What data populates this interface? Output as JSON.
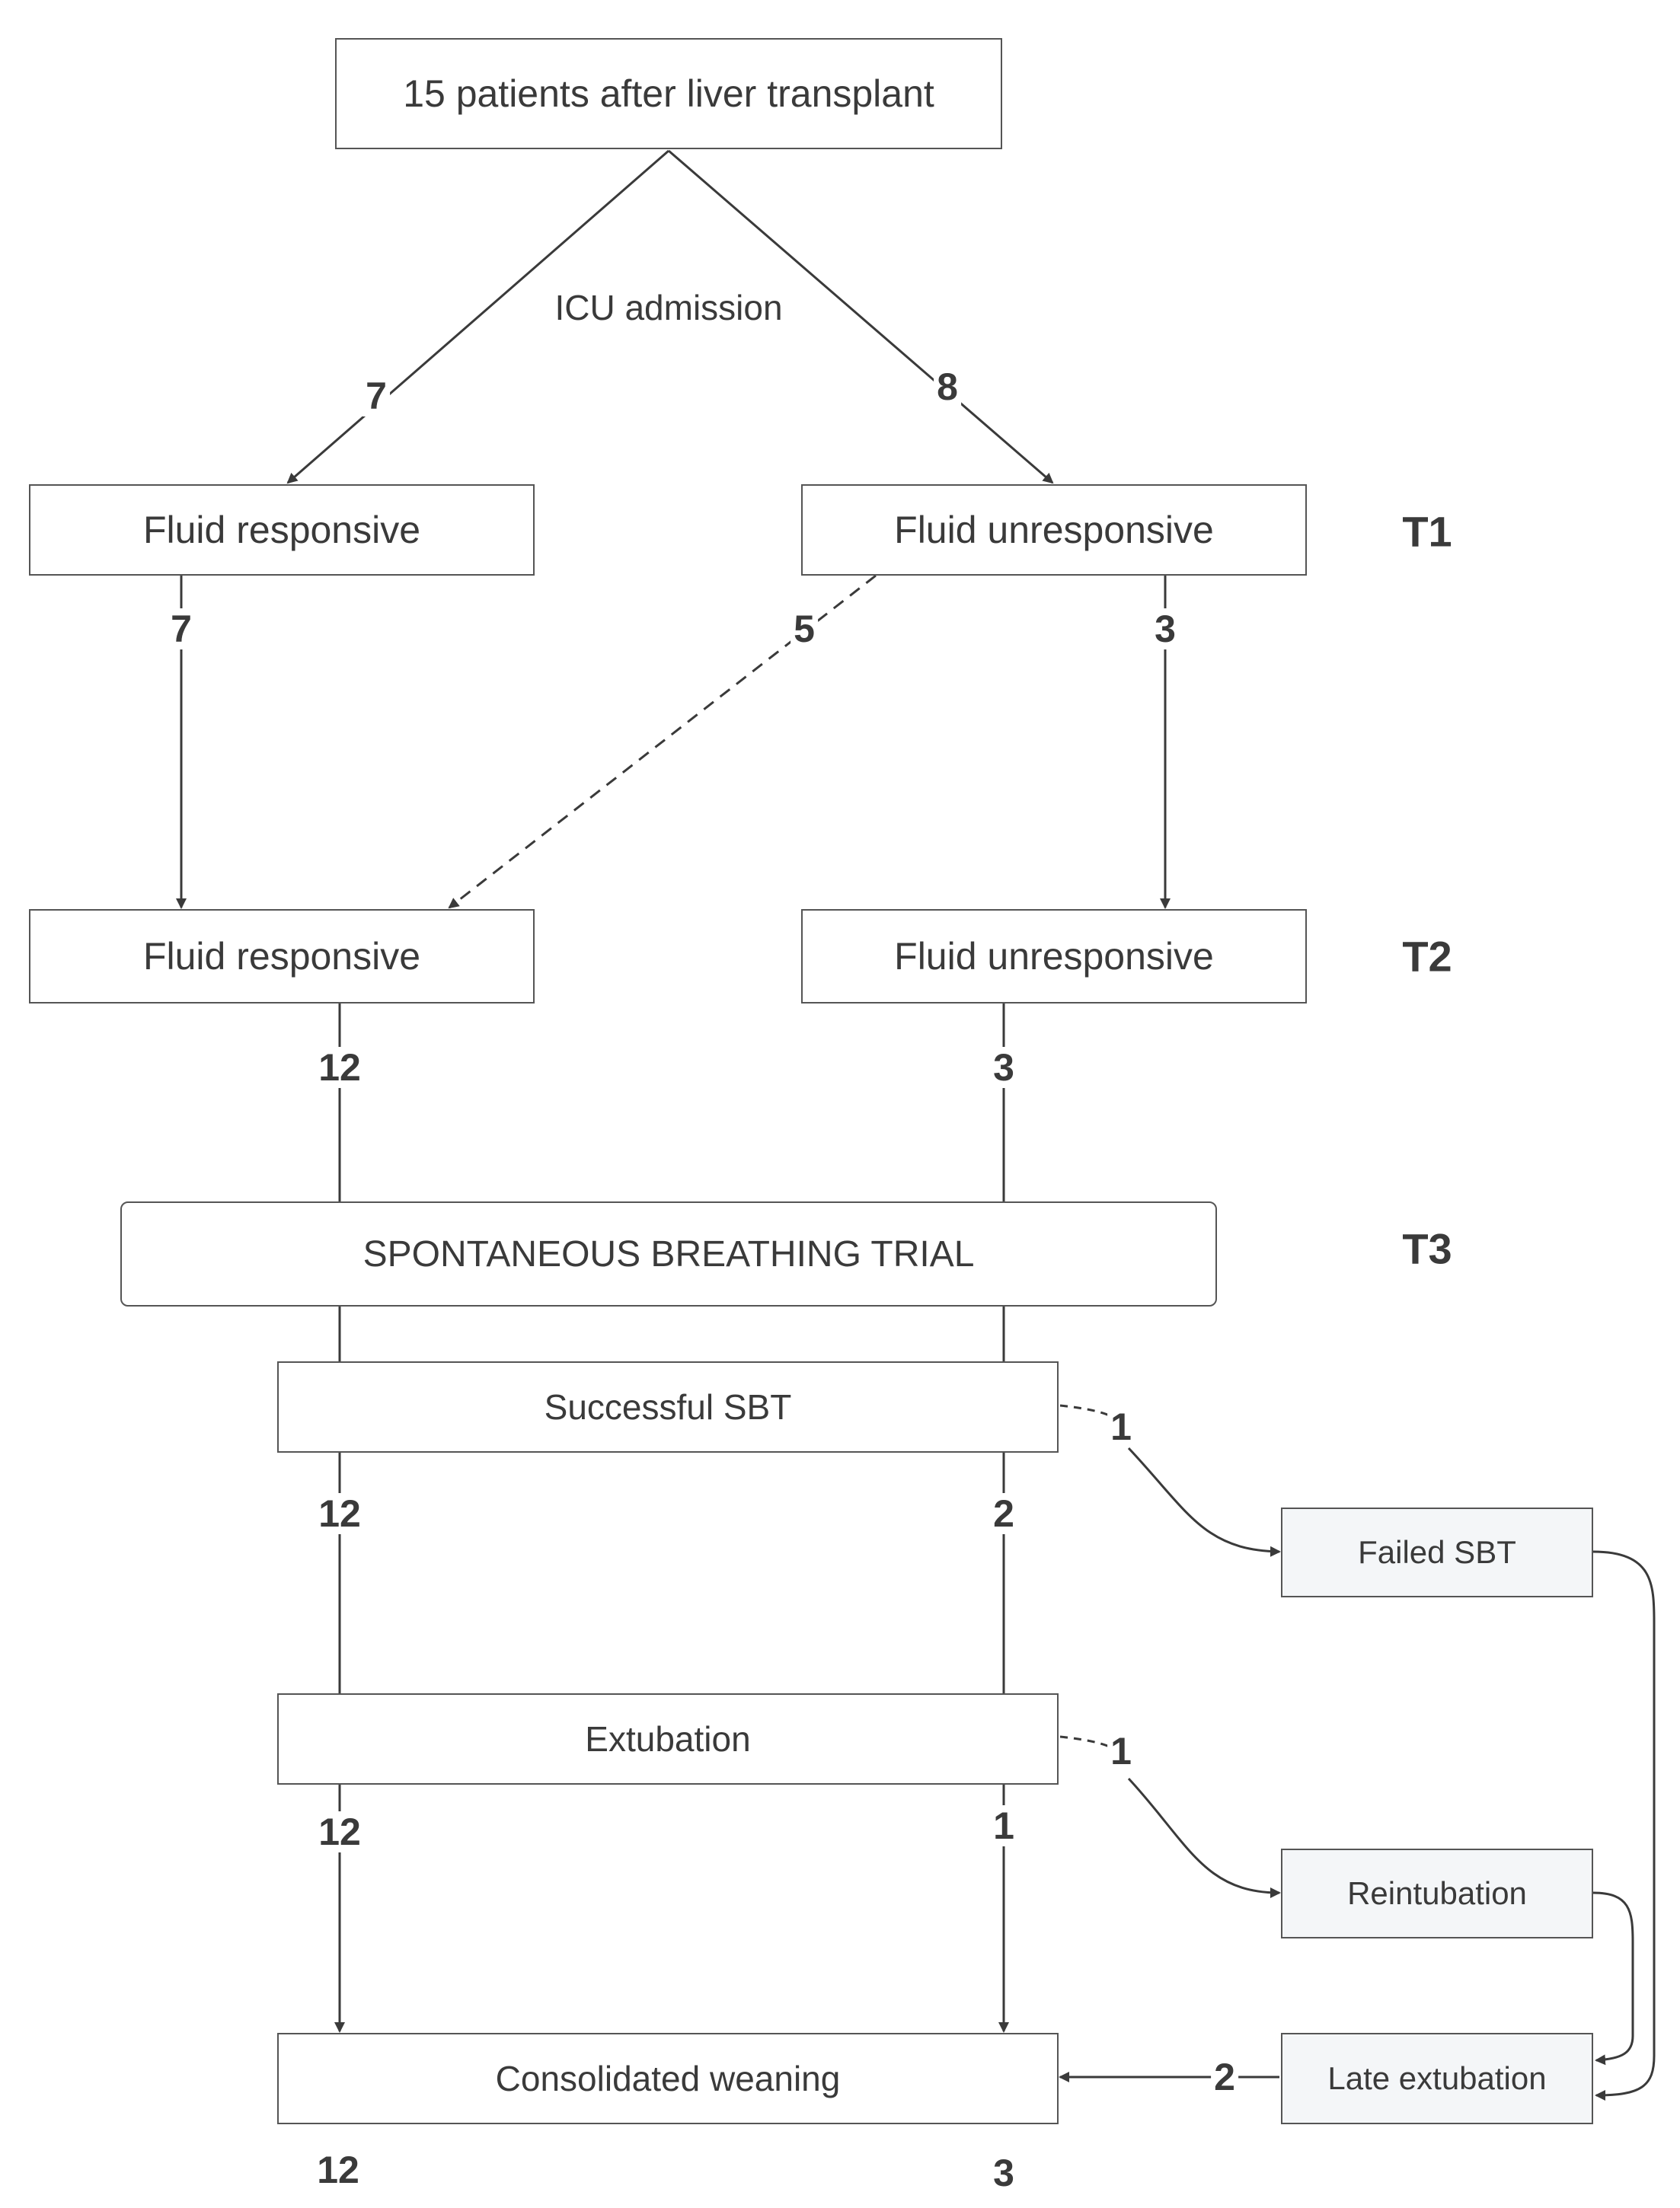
{
  "nodes": {
    "root": "15 patients after liver transplant",
    "t1_responsive": "Fluid responsive",
    "t1_unresponsive": "Fluid unresponsive",
    "t2_responsive": "Fluid responsive",
    "t2_unresponsive": "Fluid unresponsive",
    "sbt": "SPONTANEOUS BREATHING TRIAL",
    "successful_sbt": "Successful SBT",
    "failed_sbt": "Failed SBT",
    "extubation": "Extubation",
    "reintubation": "Reintubation",
    "consolidated_weaning": "Consolidated weaning",
    "late_extubation": "Late extubation"
  },
  "edge_labels": {
    "icu_admission": "ICU admission"
  },
  "time_points": {
    "t1": "T1",
    "t2": "T2",
    "t3": "T3"
  },
  "counts": {
    "root_to_responsive": "7",
    "root_to_unresponsive": "8",
    "t1_resp_to_t2_resp": "7",
    "t1_unresp_to_t2_resp": "5",
    "t1_unresp_to_t2_unresp": "3",
    "t2_resp_to_sbt": "12",
    "t2_unresp_to_sbt": "3",
    "to_failed_sbt": "1",
    "success_left": "12",
    "success_right": "2",
    "to_reintubation": "1",
    "extub_left": "12",
    "extub_right": "1",
    "late_to_weaning": "2",
    "final_left": "12",
    "final_right": "3"
  }
}
